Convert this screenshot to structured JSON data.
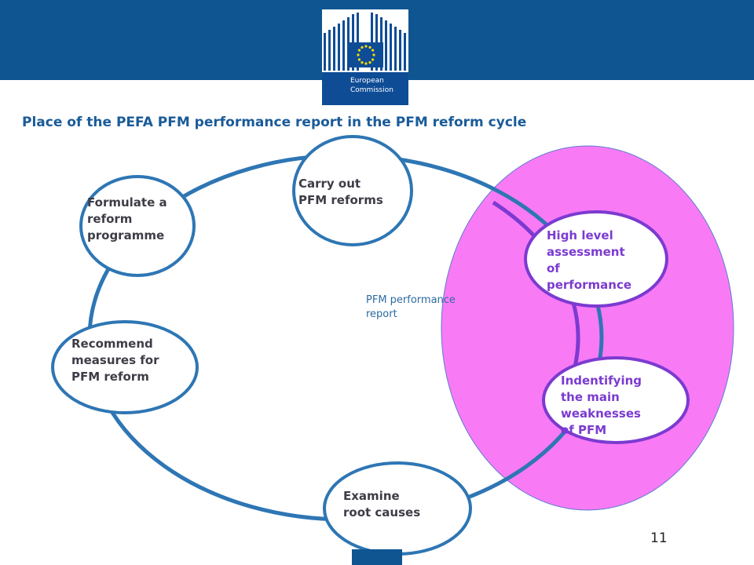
{
  "header": {
    "org_name_line1": "European",
    "org_name_line2": "Commission",
    "colors": {
      "banner": "#0e5592",
      "eu_blue": "#0e4c96",
      "stars": "#ffdd00"
    }
  },
  "slide": {
    "title": "Place of the PEFA PFM performance  report in the PFM reform cycle",
    "page_number": "11"
  },
  "diagram": {
    "highlight_label_line1": "PFM performance",
    "highlight_label_line2": "report",
    "highlight_color": "#f97af5",
    "nodes": [
      {
        "id": "carry-out",
        "lines": [
          "Carry out",
          "PFM reforms"
        ]
      },
      {
        "id": "high-level",
        "lines": [
          "High level",
          "assessment",
          "of",
          "performance"
        ]
      },
      {
        "id": "identifying",
        "lines": [
          "Indentifying",
          "the main",
          "weaknesses",
          "of PFM"
        ]
      },
      {
        "id": "examine",
        "lines": [
          "Examine",
          "root causes"
        ]
      },
      {
        "id": "recommend",
        "lines": [
          "Recommend",
          "measures for",
          "PFM reform"
        ]
      },
      {
        "id": "formulate",
        "lines": [
          "Formulate a",
          "reform",
          "programme"
        ]
      }
    ]
  }
}
